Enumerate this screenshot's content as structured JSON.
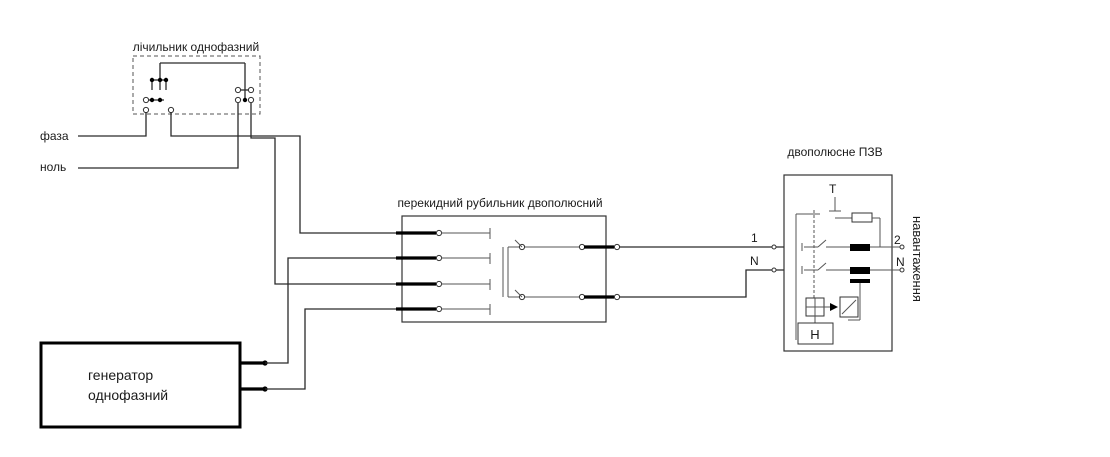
{
  "meter": {
    "title": "лічильник однофазний"
  },
  "inputs": {
    "phase": "фаза",
    "neutral": "ноль"
  },
  "switch": {
    "title": "перекидний рубильник двополюсний"
  },
  "rcd": {
    "title": "двополюсне ПЗВ",
    "test_label": "Т",
    "in_line": "1",
    "in_neutral": "N",
    "out_line": "2",
    "out_neutral": "N",
    "h_label": "Н"
  },
  "load": {
    "label": "навантаження"
  },
  "generator": {
    "line1": "генератор",
    "line2": "однофазний"
  }
}
